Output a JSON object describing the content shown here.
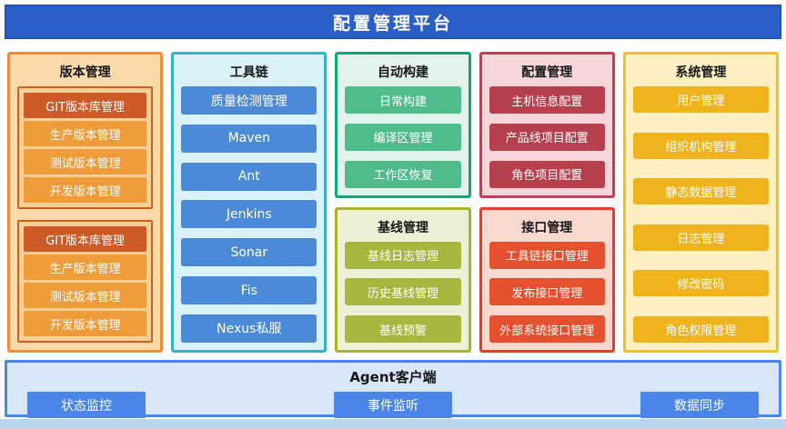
{
  "header": {
    "title": "配置管理平台"
  },
  "version": {
    "title": "版本管理",
    "group1": [
      "GIT版本库管理",
      "生产版本管理",
      "测试版本管理",
      "开发版本管理"
    ],
    "group2": [
      "GIT版本库管理",
      "生产版本管理",
      "测试版本管理",
      "开发版本管理"
    ]
  },
  "toolchain": {
    "title": "工具链",
    "items": [
      "质量检测管理",
      "Maven",
      "Ant",
      "Jenkins",
      "Sonar",
      "Fis",
      "Nexus私服"
    ]
  },
  "autobuild": {
    "title": "自动构建",
    "items": [
      "日常构建",
      "编译区管理",
      "工作区恢复"
    ]
  },
  "baseline": {
    "title": "基线管理",
    "items": [
      "基线日志管理",
      "历史基线管理",
      "基线预警"
    ]
  },
  "config": {
    "title": "配置管理",
    "items": [
      "主机信息配置",
      "产品线项目配置",
      "角色项目配置"
    ]
  },
  "interface": {
    "title": "接口管理",
    "items": [
      "工具链接口管理",
      "发布接口管理",
      "外部系统接口管理"
    ]
  },
  "system": {
    "title": "系统管理",
    "items": [
      "用户管理",
      "组织机构管理",
      "静态数据管理",
      "日志管理",
      "修改密码",
      "角色权限管理"
    ]
  },
  "agent": {
    "title": "Agent客户端",
    "items": [
      "状态监控",
      "事件监听",
      "数据同步"
    ]
  },
  "colors": {
    "banner_blue": "#2b5ec6",
    "version_border": "#f28a3c",
    "version_dark_node": "#cd5b28",
    "version_node": "#ee9c3a",
    "toolchain_border": "#31b5c6",
    "toolchain_node": "#4a8ad8",
    "autobuild_border": "#0ea878",
    "autobuild_node": "#4fbc8b",
    "baseline_border": "#a9b42e",
    "baseline_node": "#a7b63d",
    "config_border": "#ca3a56",
    "config_node": "#b7404f",
    "interface_border": "#e23e2a",
    "interface_node": "#e5512e",
    "system_border": "#f2c318",
    "system_node": "#eeb31d",
    "agent_blue": "#4a86e8"
  }
}
